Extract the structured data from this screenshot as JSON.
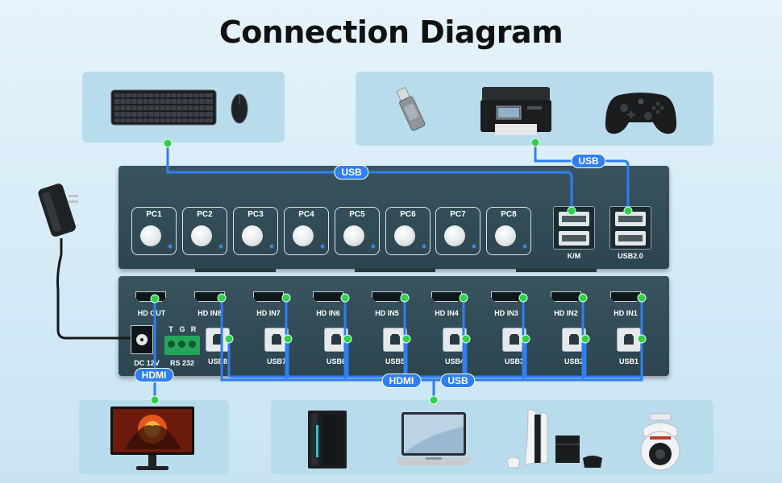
{
  "title": "Connection Diagram",
  "front_panel": {
    "buttons": [
      {
        "label": "PC1"
      },
      {
        "label": "PC2"
      },
      {
        "label": "PC3"
      },
      {
        "label": "PC4"
      },
      {
        "label": "PC5"
      },
      {
        "label": "PC6"
      },
      {
        "label": "PC7"
      },
      {
        "label": "PC8"
      }
    ],
    "km_label": "K/M",
    "usb2_label": "USB2.0"
  },
  "rear_panel": {
    "hd_out_label": "HD OUT",
    "hd_in_labels": [
      "HD IN8",
      "HD IN7",
      "HD IN6",
      "HD IN5",
      "HD IN4",
      "HD IN3",
      "HD IN2",
      "HD IN1"
    ],
    "usb_labels": [
      "USB8",
      "USB7",
      "USB6",
      "USB5",
      "USB4",
      "USB3",
      "USB2",
      "USB1"
    ],
    "dc_label": "DC 12V",
    "rs232_label": "RS 232",
    "rs232_pins": [
      "T",
      "G",
      "R"
    ]
  },
  "cable_tags": {
    "usb_km": "USB",
    "usb_peripherals": "USB",
    "hdmi_monitor": "HDMI",
    "hdmi_pcs": "HDMI",
    "usb_pcs": "USB"
  },
  "icons": {
    "keyboard": "keyboard-icon",
    "mouse": "mouse-icon",
    "usb_drive": "usb-drive-icon",
    "printer": "printer-icon",
    "gamepad": "gamepad-icon",
    "power_adapter": "power-adapter-icon",
    "monitor": "monitor-icon",
    "desktop_tower": "desktop-tower-icon",
    "laptop": "laptop-icon",
    "game_console": "game-console-icon",
    "ptz_camera": "ptz-camera-icon"
  },
  "colors": {
    "cable_blue": "#2f7ff0",
    "connector_green": "#2fd04a",
    "device_body": "#2f4a55",
    "panel_bg": "#b9dced"
  }
}
